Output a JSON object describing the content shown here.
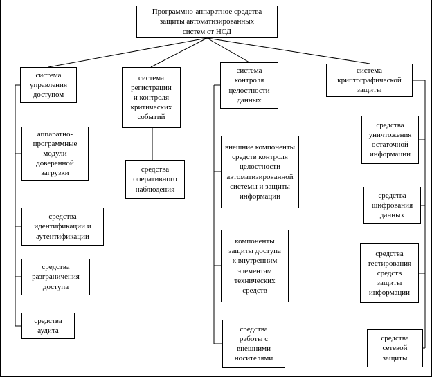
{
  "diagram": {
    "root": "Программно-аппаратное средства\nзащиты автоматизированных\nсистем от НСД",
    "branch1": {
      "label": "система\nуправления\nдоступом",
      "children": [
        "аппаратно-\nпрограммные\nмодули\nдоверенной\nзагрузки",
        "средства\nидентификации и\nаутентификации",
        "средства\nразграничения\nдоступа",
        "средства\nаудита"
      ]
    },
    "branch2": {
      "label": "система\nрегистрации\nи контроля\nкритических\nсобытий",
      "children": [
        "средства\nоперативного\nнаблюдения"
      ]
    },
    "branch3": {
      "label": "система\nконтроля\nцелостности\nданных",
      "children": [
        "внешние компоненты\nсредств контроля\nцелостности\nавтоматизированной\nсистемы и защиты\nинформации",
        "компоненты\nзащиты доступа\nк внутренним\nэлементам\nтехнических\nсредств",
        "средства\nработы с\nвнешними\nносителями"
      ]
    },
    "branch4": {
      "label": "система\nкриптографической\nзащиты",
      "children": [
        "средства\nуничтожения\nостаточной\nинформации",
        "средства\nшифрования\nданных",
        "средства\nтестирования\nсредств\nзащиты\nинформации",
        "средства\nсетевой\nзащиты"
      ]
    }
  },
  "colors": {
    "line": "#000000",
    "box_border": "#000000",
    "background": "#ffffff"
  }
}
